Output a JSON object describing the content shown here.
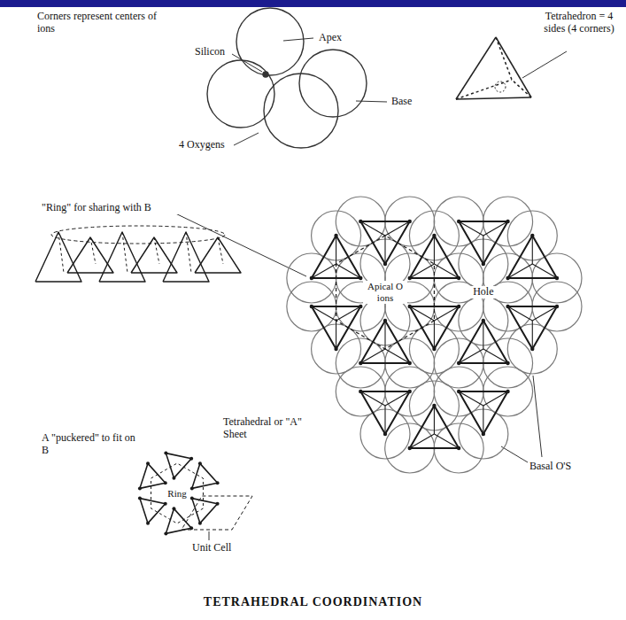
{
  "diagram": {
    "caption": "TETRAHEDRAL COORDINATION",
    "labels": [
      "Corners represent centers of ions",
      "Tetrahedron = 4 sides (4 corners)",
      "Apex",
      "Silicon",
      "Base",
      "4 Oxygens",
      "\"Ring\" for sharing with B",
      "Apical O ions",
      "Hole",
      "A \"puckered\" to fit on B",
      "Tetrahedral or \"A\" Sheet",
      "Ring",
      "Basal O'S",
      "Unit Cell"
    ]
  }
}
